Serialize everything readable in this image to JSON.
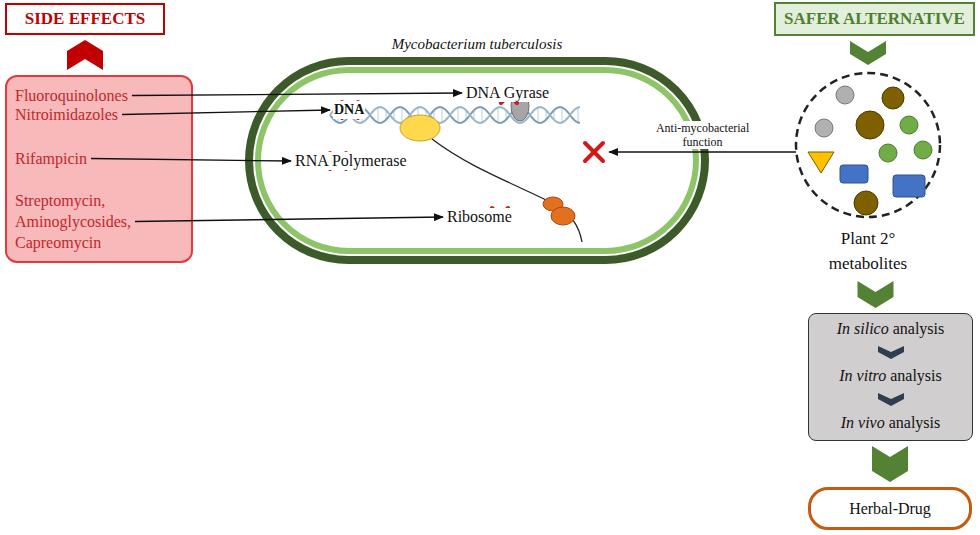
{
  "diagram": {
    "nodes": [
      {
        "text": [
          "SIDE EFFECTS"
        ]
      },
      {
        "text": [
          "Fluoroquinolones",
          "Nitroimidazoles",
          "Rifampicin",
          "Streptomycin, Aminoglycosides, Capreomycin"
        ]
      },
      {
        "text": [
          "Mycobacterium tuberculosis"
        ]
      },
      {
        "text": [
          "SAFER ALTERNATIVE"
        ]
      },
      {
        "text": [
          "Plant 2° metabolites"
        ]
      },
      {
        "text": [
          "In silico analysis",
          "In vitro analysis",
          "In vivo analysis"
        ]
      },
      {
        "text": [
          "Herbal-Drug"
        ]
      }
    ],
    "edges": [
      {
        "from": 1,
        "to": 0,
        "arrow": "to"
      },
      {
        "from": 3,
        "to": 4,
        "arrow": "to"
      },
      {
        "from": 4,
        "to": 2,
        "label": "Anti-mycobacterial function",
        "arrow": "to"
      },
      {
        "from": 4,
        "to": 5,
        "arrow": "to"
      },
      {
        "from": 5,
        "to": 6,
        "arrow": "to"
      }
    ],
    "labels": [
      "DNA",
      "DNA Gyrase",
      "RNA Polymerase",
      "Ribosome"
    ]
  }
}
